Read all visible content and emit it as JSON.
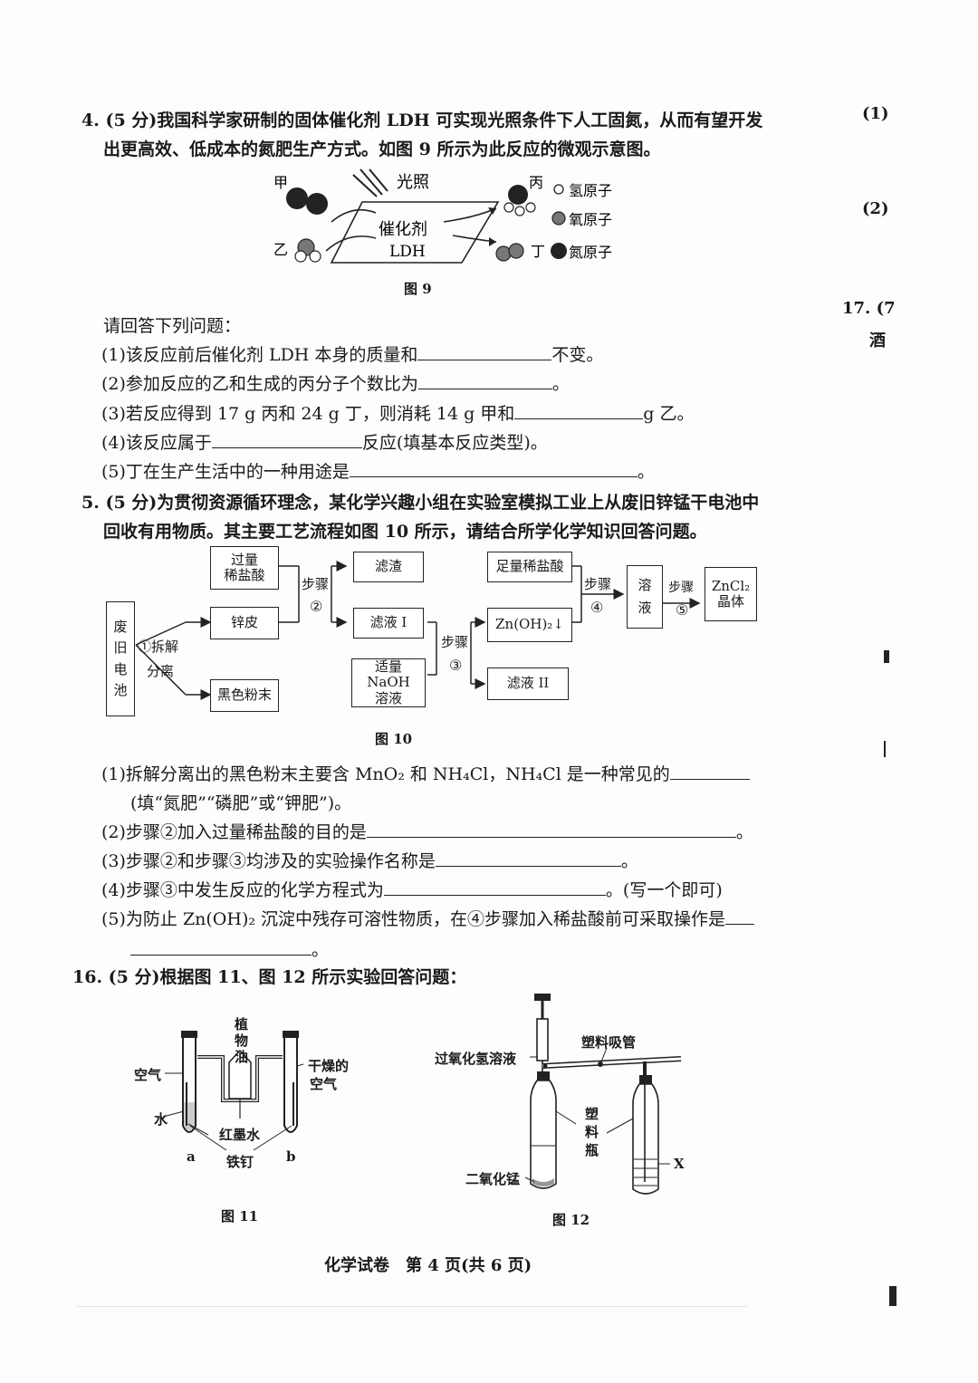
{
  "q4": {
    "title": "4. (5 分)我国科学家研制的固体催化剂 LDH 可实现光照条件下人工固氮，从而有望开发",
    "title2": "出更高效、低成本的氮肥生产方式。如图 9 所示为此反应的微观示意图。",
    "fig": {
      "jia": "甲",
      "yi": "乙",
      "bing": "丙",
      "ding": "丁",
      "light": "光照",
      "catalyst": "催化剂",
      "ldh": "LDH",
      "legend_h": "氢原子",
      "legend_o": "氧原子",
      "legend_n": "氮原子",
      "caption": "图 9"
    },
    "prompt": "请回答下列问题：",
    "q1_a": "(1)该反应前后催化剂 LDH 本身的质量和",
    "q1_b": "不变。",
    "q2_a": "(2)参加反应的乙和生成的丙分子个数比为",
    "q2_b": "。",
    "q3_a": "(3)若反应得到 17 g 丙和 24 g 丁，则消耗 14 g 甲和",
    "q3_b": "g 乙。",
    "q4_a": "(4)该反应属于",
    "q4_b": "反应(填基本反应类型)。",
    "q5_a": "(5)丁在生产生活中的一种用途是",
    "q5_b": "。"
  },
  "q5": {
    "title": "5. (5 分)为贯彻资源循环理念，某化学兴趣小组在实验室模拟工业上从废旧锌锰干电池中",
    "title2": "回收有用物质。其主要工艺流程如图 10 所示，请结合所学化学知识回答问题。",
    "flow": {
      "battery": [
        "废",
        "旧",
        "电",
        "池"
      ],
      "step1a": "①拆解",
      "step1b": "分离",
      "acid1a": "过量",
      "acid1b": "稀盐酸",
      "zinc": "锌皮",
      "black": "黑色粉末",
      "step2": "步骤",
      "step2n": "②",
      "residue": "滤渣",
      "filtrate1": "滤液 I",
      "naoh_a": "适量 NaOH",
      "naoh_b": "溶液",
      "step3": "步骤",
      "step3n": "③",
      "acid2": "足量稀盐酸",
      "znoh": "Zn(OH)₂↓",
      "filtrate2": "滤液 II",
      "step4": "步骤",
      "step4n": "④",
      "solution_a": "溶",
      "solution_b": "液",
      "step5": "步骤",
      "step5n": "⑤",
      "zncl_a": "ZnCl₂",
      "zncl_b": "晶体",
      "caption": "图 10"
    },
    "q1_a": "(1)拆解分离出的黑色粉末主要含 MnO₂ 和 NH₄Cl，NH₄Cl 是一种常见的",
    "q1_b": "(填“氮肥”“磷肥”或“钾肥”)。",
    "q2_a": "(2)步骤②加入过量稀盐酸的目的是",
    "q2_b": "。",
    "q3_a": "(3)步骤②和步骤③均涉及的实验操作名称是",
    "q3_b": "。",
    "q4_a": "(4)步骤③中发生反应的化学方程式为",
    "q4_b": "。(写一个即可)",
    "q5_a": "(5)为防止 Zn(OH)₂ 沉淀中残存可溶性物质，在④步骤加入稀盐酸前可采取操作是",
    "q5_b": "。"
  },
  "q16": {
    "title": "16. (5 分)根据图 11、图 12 所示实验回答问题：",
    "fig11": {
      "oil": [
        "植",
        "物",
        "油"
      ],
      "air": "空气",
      "dry_air_a": "干燥的",
      "dry_air_b": "空气",
      "water": "水",
      "red_ink": "红墨水",
      "nail": "铁钉",
      "a": "a",
      "b": "b",
      "caption": "图 11"
    },
    "fig12": {
      "h2o2": "过氧化氢溶液",
      "tube": "塑料吸管",
      "bottle": [
        "塑",
        "料",
        "瓶"
      ],
      "mno2": "二氧化锰",
      "x": "X",
      "caption": "图 12"
    }
  },
  "footer": "化学试卷　第 4 页(共 6 页)",
  "right_edge": {
    "a": "(1)",
    "b": "(2)",
    "c": "17. (7",
    "d": "酒"
  }
}
